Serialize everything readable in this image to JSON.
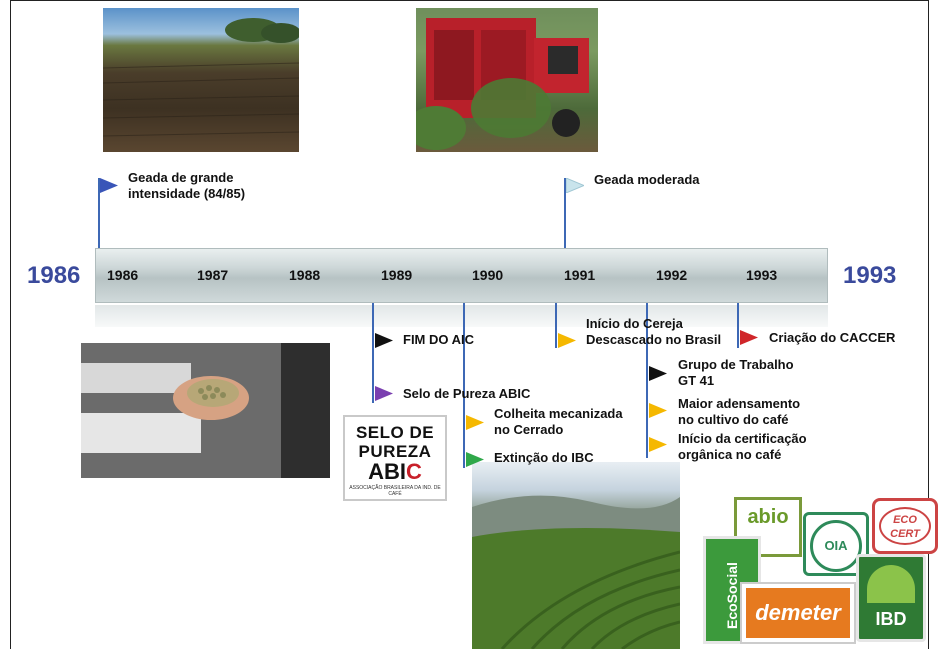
{
  "timeline": {
    "start_year": "1986",
    "end_year": "1993",
    "years": [
      "1986",
      "1987",
      "1988",
      "1989",
      "1990",
      "1991",
      "1992",
      "1993"
    ]
  },
  "events_above": [
    {
      "label_line1": "Geada de grande",
      "label_line2": "intensidade (84/85)",
      "flag_color": "#3a55b8"
    },
    {
      "label_line1": "Geada moderada",
      "label_line2": "",
      "flag_color": "#c9e4ec"
    }
  ],
  "events_below": [
    {
      "label_line1": "FIM DO AIC",
      "label_line2": "",
      "flag_color": "#111111"
    },
    {
      "label_line1": "Selo de Pureza ABIC",
      "label_line2": "",
      "flag_color": "#7a3fb0"
    },
    {
      "label_line1": "Colheita mecanizada",
      "label_line2": "no Cerrado",
      "flag_color": "#f5b800"
    },
    {
      "label_line1": "Extinção do IBC",
      "label_line2": "",
      "flag_color": "#2fa84a"
    },
    {
      "label_line1": "Início do Cereja",
      "label_line2": "Descascado no Brasil",
      "flag_color": "#f5b800"
    },
    {
      "label_line1": "Criação do CACCER",
      "label_line2": "",
      "flag_color": "#d0262a"
    },
    {
      "label_line1": "Grupo de Trabalho",
      "label_line2": "GT 41",
      "flag_color": "#111111"
    },
    {
      "label_line1": "Maior adensamento",
      "label_line2": "no cultivo do café",
      "flag_color": "#f5b800"
    },
    {
      "label_line1": "Início da certificação",
      "label_line2": "orgânica no café",
      "flag_color": "#f5b800"
    }
  ],
  "abic_seal": {
    "line1": "SELO DE",
    "line2": "PUREZA",
    "brand": "ABI",
    "brand_c": "C",
    "caption": "ASSOCIAÇÃO BRASILEIRA DA IND. DE CAFÉ"
  },
  "cert_logos": {
    "abio": "abio",
    "oia": "OIA",
    "ecocert_1": "ECO",
    "ecocert_2": "CERT",
    "ecosocial": "EcoSocial",
    "demeter": "demeter",
    "ibd": "IBD"
  }
}
